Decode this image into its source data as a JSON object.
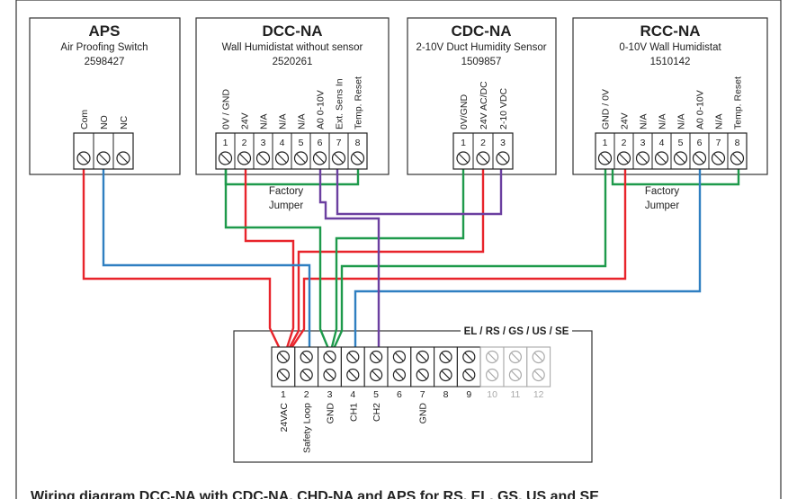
{
  "devices": [
    {
      "id": "aps",
      "title": "APS",
      "subtitle": "Air Proofing Switch",
      "code": "2598427",
      "terminals": [
        {
          "num": "",
          "label": "Com"
        },
        {
          "num": "",
          "label": "NO"
        },
        {
          "num": "",
          "label": "NC"
        }
      ]
    },
    {
      "id": "dcc",
      "title": "DCC-NA",
      "subtitle": "Wall Humidistat without sensor",
      "code": "2520261",
      "terminals": [
        {
          "num": "1",
          "label": "0V / GND"
        },
        {
          "num": "2",
          "label": "24V"
        },
        {
          "num": "3",
          "label": "N/A"
        },
        {
          "num": "4",
          "label": "N/A"
        },
        {
          "num": "5",
          "label": "N/A"
        },
        {
          "num": "6",
          "label": "A0 0-10V"
        },
        {
          "num": "7",
          "label": "Ext. Sens In"
        },
        {
          "num": "8",
          "label": "Temp. Reset"
        }
      ]
    },
    {
      "id": "cdc",
      "title": "CDC-NA",
      "subtitle": "2-10V Duct Humidity Sensor",
      "code": "1509857",
      "terminals": [
        {
          "num": "1",
          "label": "0V/GND"
        },
        {
          "num": "2",
          "label": "24V AC/DC"
        },
        {
          "num": "3",
          "label": "2-10 VDC"
        }
      ]
    },
    {
      "id": "rcc",
      "title": "RCC-NA",
      "subtitle": "0-10V Wall Humidistat",
      "code": "1510142",
      "terminals": [
        {
          "num": "1",
          "label": "GND / 0V"
        },
        {
          "num": "2",
          "label": "24V"
        },
        {
          "num": "3",
          "label": "N/A"
        },
        {
          "num": "4",
          "label": "N/A"
        },
        {
          "num": "5",
          "label": "N/A"
        },
        {
          "num": "6",
          "label": "A0 0-10V"
        },
        {
          "num": "7",
          "label": "N/A"
        },
        {
          "num": "8",
          "label": "Temp. Reset"
        }
      ]
    }
  ],
  "jumpers": {
    "dcc_line1": "Factory",
    "dcc_line2": "Jumper",
    "rcc_line1": "Factory",
    "rcc_line2": "Jumper"
  },
  "controller": {
    "title": "EL / RS / GS / US / SE",
    "terminals": [
      {
        "num": "1",
        "label": "24VAC",
        "active": true
      },
      {
        "num": "2",
        "label": "Safety Loop",
        "active": true
      },
      {
        "num": "3",
        "label": "GND",
        "active": true
      },
      {
        "num": "4",
        "label": "CH1",
        "active": true
      },
      {
        "num": "5",
        "label": "CH2",
        "active": true
      },
      {
        "num": "6",
        "label": "",
        "active": true
      },
      {
        "num": "7",
        "label": "GND",
        "active": true
      },
      {
        "num": "8",
        "label": "",
        "active": true
      },
      {
        "num": "9",
        "label": "",
        "active": true
      },
      {
        "num": "10",
        "label": "",
        "active": false
      },
      {
        "num": "11",
        "label": "",
        "active": false
      },
      {
        "num": "12",
        "label": "",
        "active": false
      }
    ]
  },
  "wire_colors": {
    "red": "#e8242b",
    "blue": "#2f7fc1",
    "green": "#1e9a4b",
    "purple": "#6b3fa0"
  },
  "caption": "Wiring diagram DCC-NA with CDC-NA, CHD-NA and APS for RS, EL, GS, US and SE"
}
